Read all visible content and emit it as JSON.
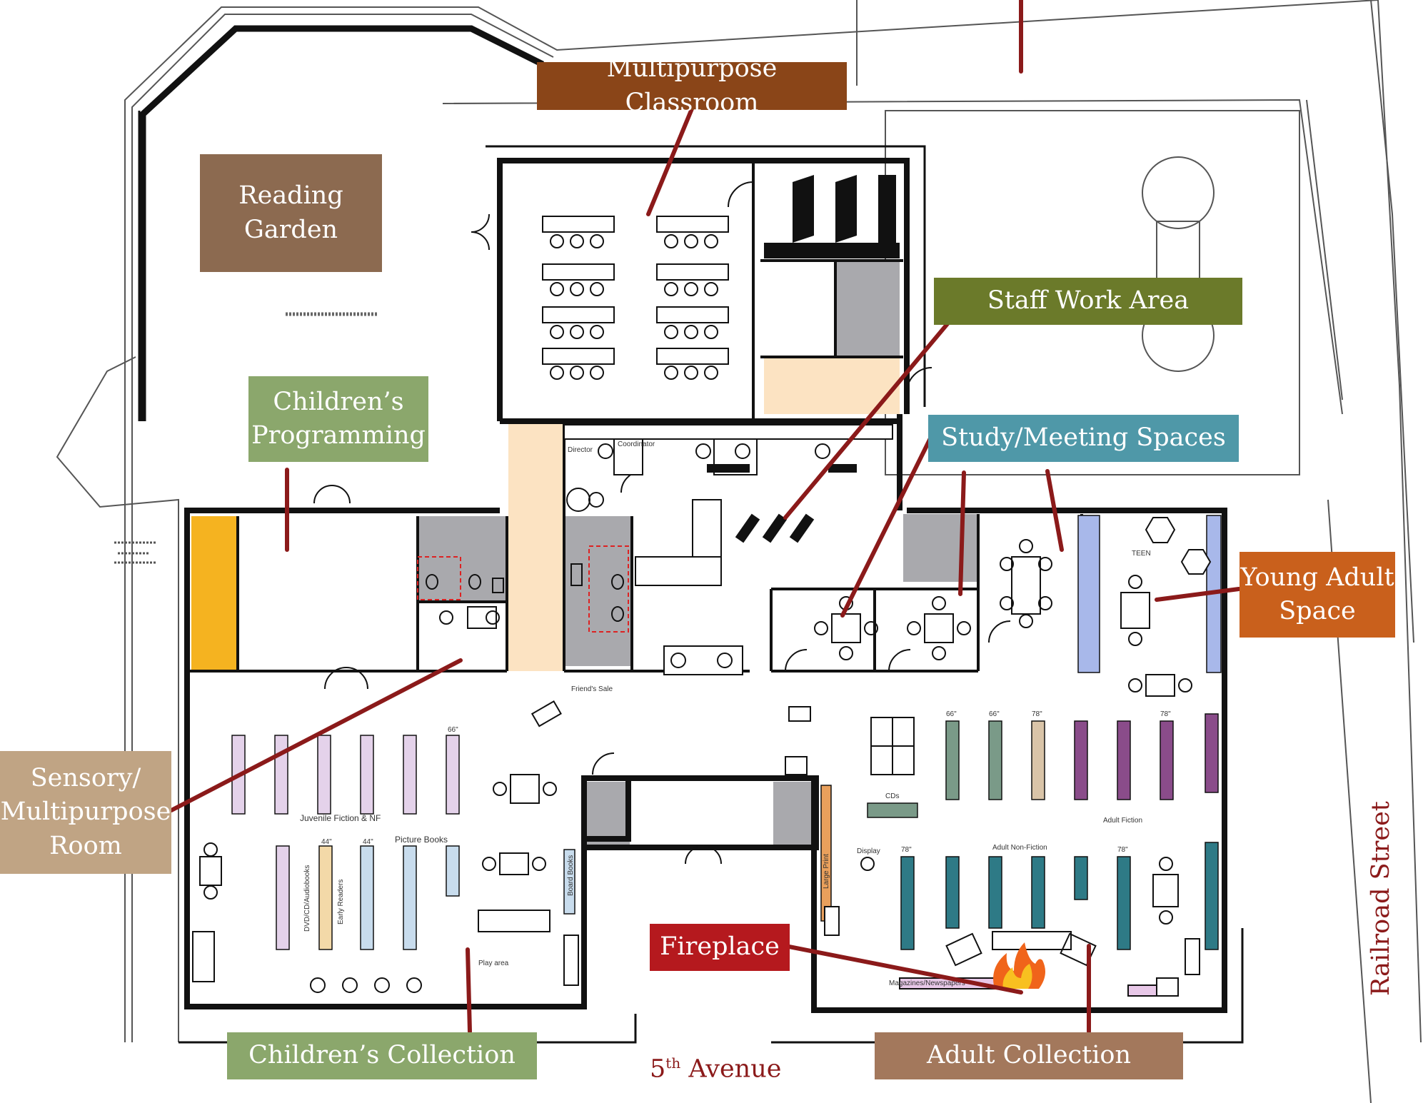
{
  "labels": {
    "multipurpose_classroom": "Multipurpose Classroom",
    "reading_garden": "Reading\nGarden",
    "staff_work_area": "Staff Work Area",
    "childrens_programming": "Children’s\nProgramming",
    "study_meeting_spaces": "Study/Meeting Spaces",
    "young_adult_space": "Young Adult\nSpace",
    "sensory_multipurpose_room": "Sensory/\nMultipurpose\nRoom",
    "fireplace": "Fireplace",
    "childrens_collection": "Children’s Collection",
    "adult_collection": "Adult Collection"
  },
  "streets": {
    "fifth_avenue_number": "5",
    "fifth_avenue_suffix": "th",
    "fifth_avenue_name": "Avenue",
    "railroad_street": "Railroad Street"
  },
  "plan_text": {
    "juvenile_fiction": "Juvenile Fiction & NF",
    "picture_books": "Picture Books",
    "dvd_cd": "DVD/CD/Audiobooks",
    "early_readers": "Early Readers",
    "board_books": "Board Books",
    "play_area": "Play area",
    "large_print": "Large Print",
    "cds": "CDs",
    "display": "Display",
    "adult_non_fiction": "Adult Non-Fiction",
    "adult_fiction": "Adult Fiction",
    "magazines": "Magazines/Newspapers",
    "teen": "TEEN",
    "friends_sale": "Friend's Sale",
    "director": "Director",
    "coordinator": "Coordinator",
    "dim_66": "66\"",
    "dim_44": "44\"",
    "dim_78": "78\""
  },
  "colors": {
    "multipurpose_classroom": "#8a4518",
    "reading_garden": "#8c6a50",
    "staff_work_area": "#6b7a2a",
    "childrens_programming": "#8ba76c",
    "study_meeting_spaces": "#4f98a8",
    "young_adult_space": "#c9601c",
    "sensory_multipurpose_room": "#c0a484",
    "fireplace": "#b5191e",
    "childrens_collection": "#8ba76c",
    "adult_collection": "#a3785c",
    "leader_line": "#8b1a1a",
    "wall": "#111111",
    "corridor_fill": "#fce3c2",
    "service_fill": "#a9a9ad",
    "program_fill": "#f5b320"
  }
}
